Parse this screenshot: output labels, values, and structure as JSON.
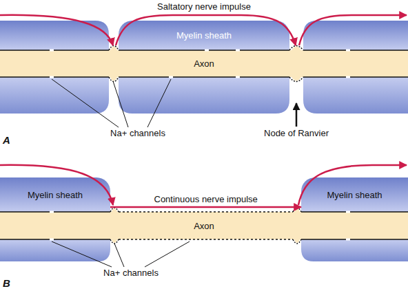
{
  "diagram": {
    "nodes": [
      {
        "text": [
          "Myelin sheath"
        ]
      },
      {
        "text": [
          "Axon"
        ]
      },
      {
        "text": [
          "Myelin sheath"
        ]
      },
      {
        "text": [
          "Myelin sheath"
        ]
      },
      {
        "text": [
          "Axon"
        ]
      }
    ],
    "edges": [
      {
        "from": 2,
        "to": 3,
        "arrow": "to",
        "label": "Continuous nerve impulse"
      }
    ],
    "labels": [
      "Saltatory nerve impulse",
      "Na+ channels",
      "Node of Ranvier",
      "A",
      "Na+ channels",
      "B"
    ]
  }
}
